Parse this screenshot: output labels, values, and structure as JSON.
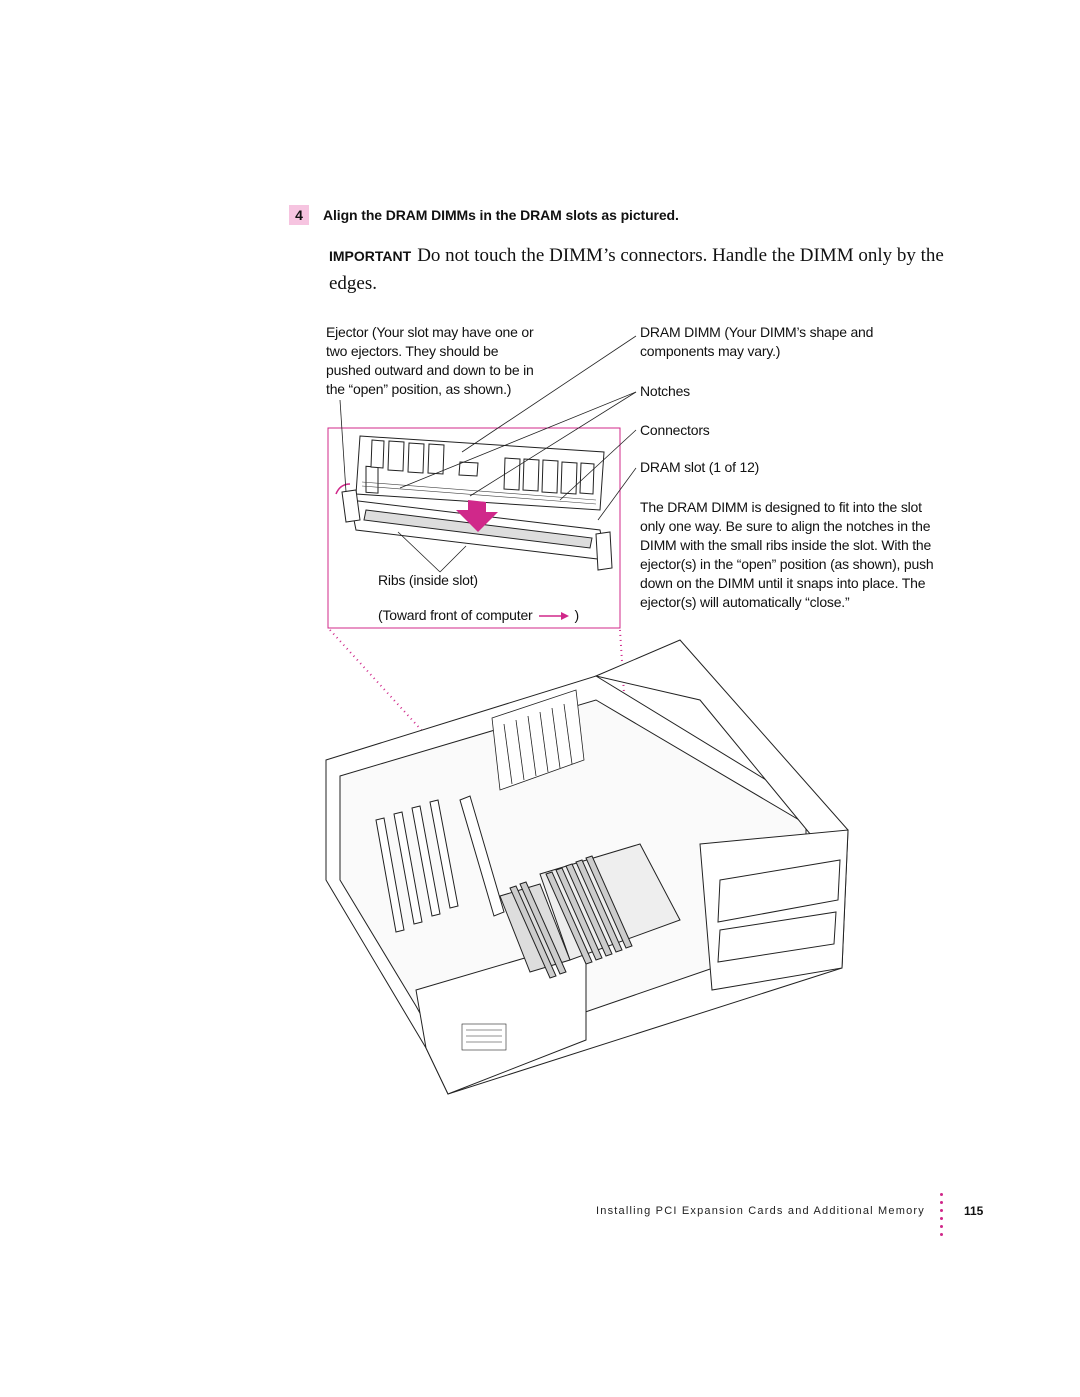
{
  "step": {
    "number": "4",
    "text": "Align the DRAM DIMMs in the DRAM slots as pictured."
  },
  "important": {
    "label": "IMPORTANT",
    "text": "Do not touch the DIMM’s connectors. Handle the DIMM only by the edges."
  },
  "callouts": {
    "ejector": "Ejector (Your slot may have one or two ejectors. They should be pushed outward and down to be in the “open” position, as shown.)",
    "dimm": "DRAM DIMM (Your DIMM’s shape and components may vary.)",
    "notches": "Notches",
    "connectors": "Connectors",
    "slot": "DRAM slot (1 of 12)",
    "designed": "The DRAM DIMM is designed to fit into the slot only one way. Be sure to align the notches in the DIMM with the small ribs inside the slot. With the ejector(s) in the “open” position (as shown), push down on the DIMM until it snaps into place. The ejector(s) will automatically “close.”",
    "ribs": "Ribs (inside slot)",
    "toward_open": "(Toward front of computer",
    "toward_close": ")"
  },
  "colors": {
    "accent": "#d0288a",
    "step_badge": "#f6c4e0"
  },
  "footer": {
    "chapter": "Installing PCI Expansion Cards and Additional Memory",
    "page": "115"
  }
}
